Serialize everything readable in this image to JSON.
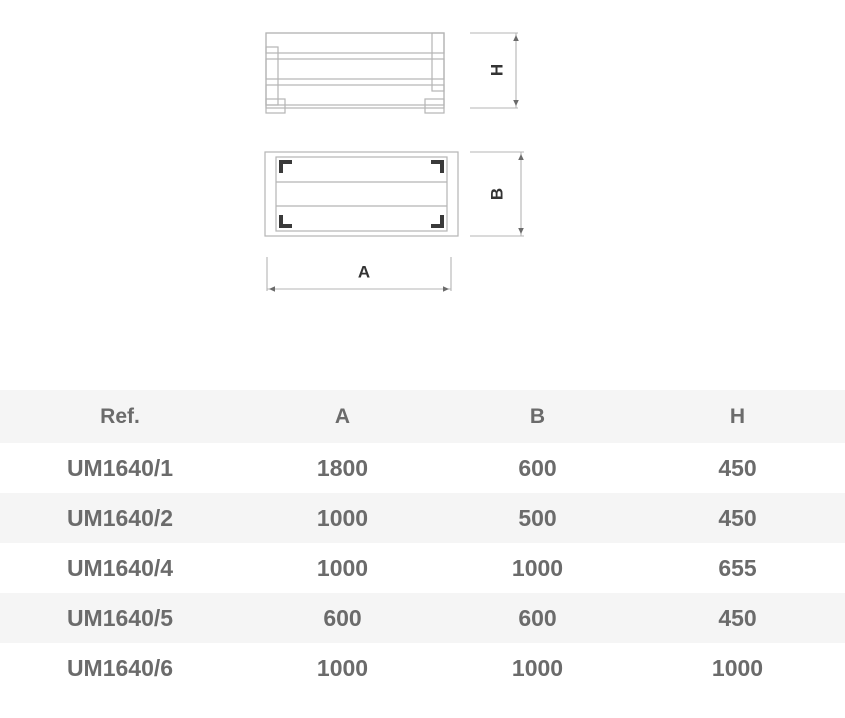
{
  "drawing": {
    "front_view": {
      "name": "front-elevation",
      "dimension_label": "H",
      "slat_count": 3
    },
    "plan_view": {
      "name": "plan-view",
      "dimension_label": "B",
      "slat_count": 3,
      "corner_bracket_count": 4
    },
    "width_dimension_label": "A",
    "line_color": "#b5b5b5",
    "bracket_color": "#3a3a3a",
    "label_color": "#333333"
  },
  "table": {
    "columns": [
      "Ref.",
      "A",
      "B",
      "H"
    ],
    "rows": [
      {
        "ref": "UM1640/1",
        "a": "1800",
        "b": "600",
        "h": "450"
      },
      {
        "ref": "UM1640/2",
        "a": "1000",
        "b": "500",
        "h": "450"
      },
      {
        "ref": "UM1640/4",
        "a": "1000",
        "b": "1000",
        "h": "655"
      },
      {
        "ref": "UM1640/5",
        "a": "600",
        "b": "600",
        "h": "450"
      },
      {
        "ref": "UM1640/6",
        "a": "1000",
        "b": "1000",
        "h": "1000"
      }
    ],
    "header_bg": "#f5f5f5",
    "stripe_bg": "#f5f5f5",
    "text_color": "#6b6b6b"
  }
}
